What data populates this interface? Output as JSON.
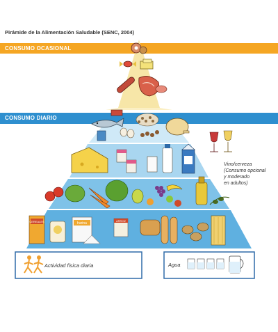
{
  "title": "Pirámide de la Alimentación Saludable (SENC, 2004)",
  "bands": {
    "occasional_label": "CONSUMO OCASIONAL",
    "daily_label": "CONSUMO DIARIO"
  },
  "side_note": {
    "line1": "Vino/cerveza",
    "line2": "(Consumo opcional",
    "line3": "y moderado",
    "line4": "en adultos)"
  },
  "bottom": {
    "activity_label": "Actividad física diaria",
    "water_label": "Agua"
  },
  "package_labels": {
    "cereals": "CEREALES",
    "flour": "harina",
    "rice": "ARROZ"
  },
  "colors": {
    "occasional_band": "#f5a623",
    "daily_band": "#2e8fcf",
    "pyramid_top": "#f7e6a8",
    "pyramid_upper": "#fbefc4",
    "tier_blue_dark": "#5fb0e0",
    "tier_blue_light": "#bfe1f4",
    "outline": "#f0a030"
  }
}
